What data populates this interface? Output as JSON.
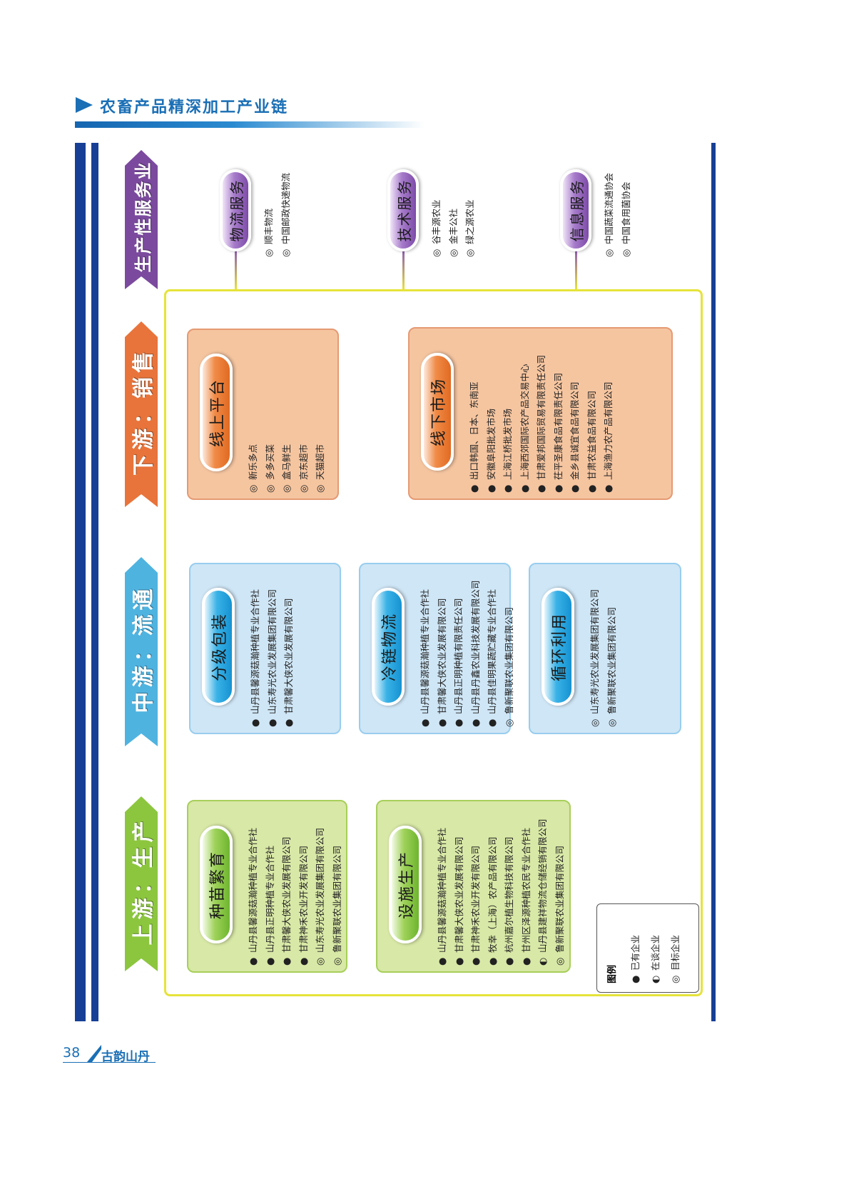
{
  "header": {
    "title": "农畜产品精深加工产业链"
  },
  "footer": {
    "page_number": "38",
    "logo_text": "古韵山丹"
  },
  "colors": {
    "brand_blue": "#1a6fb5",
    "upstream": "#8cc63f",
    "midstream": "#4fb3e0",
    "downstream": "#e8743b",
    "service": "#7b4a9e",
    "frame": "#e6e33a"
  },
  "tiers": [
    {
      "label": "上游：生产"
    },
    {
      "label": "中游：流通"
    },
    {
      "label": "下游：销售"
    },
    {
      "label": "生产性服务业"
    }
  ],
  "boxes": [
    {
      "title": "种苗繁育",
      "items": [
        {
          "mark": "filled",
          "text": "山丹县馨源菇瀚种植专业合作社"
        },
        {
          "mark": "filled",
          "text": "山丹县正明种植专业合作社"
        },
        {
          "mark": "filled",
          "text": "甘肃馨大侠农业发展有限公司"
        },
        {
          "mark": "filled",
          "text": "甘肃神禾农业开发有限公司"
        },
        {
          "mark": "ring",
          "text": "山东寿光农业发展集团有限公司"
        },
        {
          "mark": "ring",
          "text": "鲁新聚联农业集团有限公司"
        }
      ]
    },
    {
      "title": "设施生产",
      "items": [
        {
          "mark": "filled",
          "text": "山丹县馨源菇瀚种植专业合作社"
        },
        {
          "mark": "filled",
          "text": "甘肃馨大侠农业发展有限公司"
        },
        {
          "mark": "filled",
          "text": "甘肃神禾农业开发有限公司"
        },
        {
          "mark": "filled",
          "text": "牧幸（上海）农产品有限公司"
        },
        {
          "mark": "filled",
          "text": "杭州嘉尔植生物科技有限公司"
        },
        {
          "mark": "filled",
          "text": "甘州区泽源种植农民专业合作社"
        },
        {
          "mark": "half",
          "text": "山丹县建祥物流仓储经销有限公司"
        },
        {
          "mark": "ring",
          "text": "鲁新聚联农业集团有限公司"
        }
      ]
    },
    {
      "title": "分级包装",
      "items": [
        {
          "mark": "filled",
          "text": "山丹县馨源菇瀚种植专业合作社"
        },
        {
          "mark": "filled",
          "text": "山东寿光农业发展集团有限公司"
        },
        {
          "mark": "filled",
          "text": "甘肃馨大侠农业发展有限公司"
        }
      ]
    },
    {
      "title": "冷链物流",
      "items": [
        {
          "mark": "filled",
          "text": "山丹县馨源菇瀚种植专业合作社"
        },
        {
          "mark": "filled",
          "text": "甘肃馨大侠农业发展有限公司"
        },
        {
          "mark": "filled",
          "text": "山丹县正明种植有限责任公司"
        },
        {
          "mark": "filled",
          "text": "山丹县丹鑫农业科技发展有限公司"
        },
        {
          "mark": "filled",
          "text": "山丹县佳明果蔬贮藏专业合作社"
        },
        {
          "mark": "ring",
          "text": "鲁新聚联农业集团有限公司"
        }
      ]
    },
    {
      "title": "循环利用",
      "items": [
        {
          "mark": "ring",
          "text": "山东寿光农业发展集团有限公司"
        },
        {
          "mark": "ring",
          "text": "鲁新聚联农业集团有限公司"
        }
      ]
    },
    {
      "title": "线上平台",
      "items": [
        {
          "mark": "ring",
          "text": "新乐多点"
        },
        {
          "mark": "ring",
          "text": "多多买菜"
        },
        {
          "mark": "ring",
          "text": "盒马鲜生"
        },
        {
          "mark": "ring",
          "text": "京东超市"
        },
        {
          "mark": "ring",
          "text": "天猫超市"
        }
      ]
    },
    {
      "title": "线下市场",
      "items": [
        {
          "mark": "filled",
          "text": "出口韩国、日本、东南亚"
        },
        {
          "mark": "filled",
          "text": "安徽阜阳批发市场"
        },
        {
          "mark": "filled",
          "text": "上海江桥批发市场"
        },
        {
          "mark": "filled",
          "text": "上海西郊国际农产品交易中心"
        },
        {
          "mark": "filled",
          "text": "甘肃爱邦国际贸易有限责任公司"
        },
        {
          "mark": "filled",
          "text": "茌平圣康食品有限责任公司"
        },
        {
          "mark": "filled",
          "text": "金乡县诚宜食品有限公司"
        },
        {
          "mark": "filled",
          "text": "甘肃农益食品有限公司"
        },
        {
          "mark": "filled",
          "text": "上海渔力农产品有限公司"
        }
      ]
    }
  ],
  "services": [
    {
      "title": "物流服务",
      "items": [
        {
          "mark": "ring",
          "text": "顺丰物流"
        },
        {
          "mark": "ring",
          "text": "中国邮政快递物流"
        }
      ]
    },
    {
      "title": "技术服务",
      "items": [
        {
          "mark": "ring",
          "text": "谷丰源农业"
        },
        {
          "mark": "ring",
          "text": "金丰公社"
        },
        {
          "mark": "ring",
          "text": "绿之源农业"
        }
      ]
    },
    {
      "title": "信息服务",
      "items": [
        {
          "mark": "ring",
          "text": "中国蔬菜流通协会"
        },
        {
          "mark": "ring",
          "text": "中国食用菌协会"
        }
      ]
    }
  ],
  "legend": {
    "title": "图例",
    "items": [
      {
        "mark": "filled",
        "text": "已有企业"
      },
      {
        "mark": "half",
        "text": "在谈企业"
      },
      {
        "mark": "ring",
        "text": "目标企业"
      }
    ]
  },
  "marks": {
    "filled": "●",
    "half": "◐",
    "ring": "◎"
  }
}
